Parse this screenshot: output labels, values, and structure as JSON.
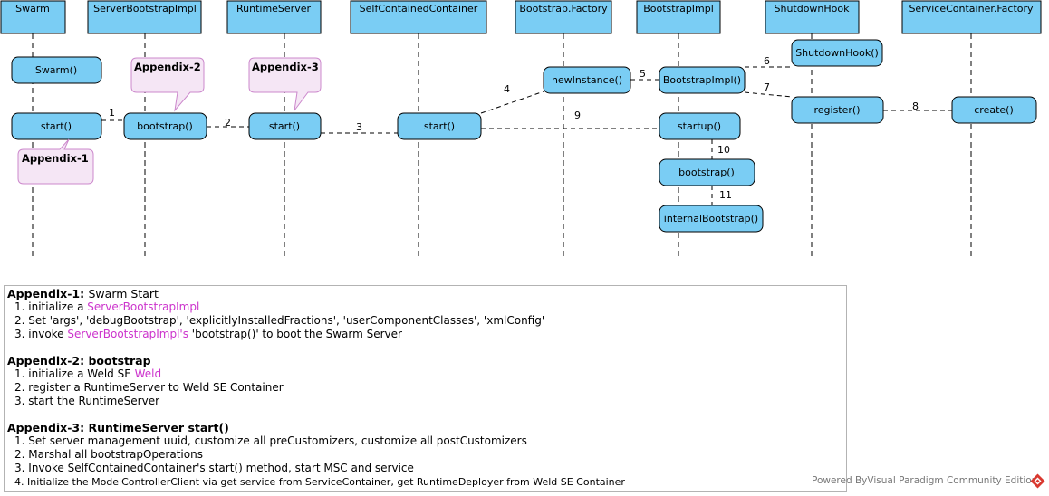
{
  "lifelines": [
    {
      "id": "swarm",
      "name": "Swarm"
    },
    {
      "id": "sbi",
      "name": "ServerBootstrapImpl"
    },
    {
      "id": "rs",
      "name": "RuntimeServer"
    },
    {
      "id": "scc",
      "name": "SelfContainedContainer"
    },
    {
      "id": "bf",
      "name": "Bootstrap.Factory"
    },
    {
      "id": "bi",
      "name": "BootstrapImpl"
    },
    {
      "id": "sh",
      "name": "ShutdownHook"
    },
    {
      "id": "scf",
      "name": "ServiceContainer.Factory"
    }
  ],
  "activations": [
    {
      "id": "swarm_ctor",
      "label": "Swarm()"
    },
    {
      "id": "swarm_start",
      "label": "start()"
    },
    {
      "id": "sbi_bootstrap",
      "label": "bootstrap()"
    },
    {
      "id": "rs_start",
      "label": "start()"
    },
    {
      "id": "scc_start",
      "label": "start()"
    },
    {
      "id": "bf_newinstance",
      "label": "newInstance()"
    },
    {
      "id": "bi_ctor",
      "label": "BootstrapImpl()"
    },
    {
      "id": "bi_startup",
      "label": "startup()"
    },
    {
      "id": "bi_bootstrap",
      "label": "bootstrap()"
    },
    {
      "id": "bi_internal",
      "label": "internalBootstrap()"
    },
    {
      "id": "sh_ctor",
      "label": "ShutdownHook()"
    },
    {
      "id": "sh_register",
      "label": "register()"
    },
    {
      "id": "scf_create",
      "label": "create()"
    }
  ],
  "messages": [
    {
      "number": "1"
    },
    {
      "number": "2"
    },
    {
      "number": "3"
    },
    {
      "number": "4"
    },
    {
      "number": "5"
    },
    {
      "number": "6"
    },
    {
      "number": "7"
    },
    {
      "number": "8"
    },
    {
      "number": "9"
    },
    {
      "number": "10"
    },
    {
      "number": "11"
    }
  ],
  "callouts": [
    {
      "id": "app1",
      "label": "Appendix-1"
    },
    {
      "id": "app2",
      "label": "Appendix-2"
    },
    {
      "id": "app3",
      "label": "Appendix-3"
    }
  ],
  "notes": {
    "appendix1": {
      "title": "Appendix-1:",
      "title_rest": "Swarm Start",
      "items": [
        {
          "number": "1.",
          "pre": "initialize a ",
          "highlight": "ServerBootstrapImpl",
          "post": ""
        },
        {
          "number": "2.",
          "pre": "Set 'args', 'debugBootstrap', 'explicitlyInstalledFractions', 'userComponentClasses', 'xmlConfig'",
          "highlight": "",
          "post": ""
        },
        {
          "number": "3.",
          "pre": "invoke ",
          "highlight": "ServerBootstrapImpl's",
          "post": " 'bootstrap()' to boot the Swarm Server"
        }
      ]
    },
    "appendix2": {
      "title": "Appendix-2: bootstrap",
      "items": [
        {
          "number": "1.",
          "pre": "initialize a Weld SE ",
          "highlight": "Weld",
          "post": ""
        },
        {
          "number": "2.",
          "pre": "register a RuntimeServer to Weld SE Container",
          "highlight": "",
          "post": ""
        },
        {
          "number": "3.",
          "pre": "start the RuntimeServer",
          "highlight": "",
          "post": ""
        }
      ]
    },
    "appendix3": {
      "title": "Appendix-3: RuntimeServer start()",
      "items": [
        {
          "number": "1.",
          "pre": "Set server management uuid, customize all preCustomizers, customize all postCustomizers",
          "highlight": "",
          "post": ""
        },
        {
          "number": "2.",
          "pre": "Marshal all bootstrapOperations",
          "highlight": "",
          "post": ""
        },
        {
          "number": "3.",
          "pre": "Invoke SelfContainedContainer's start() method, start MSC and service",
          "highlight": "",
          "post": ""
        },
        {
          "number": "4.",
          "pre": "Initialize the ModelControllerClient via get service from ServiceContainer, get RuntimeDeployer from Weld SE Container",
          "highlight": "",
          "post": ""
        }
      ]
    }
  },
  "footer": {
    "powered_by": "Powered ByVisual Paradigm Community Edition"
  },
  "colors": {
    "box_fill": "#7ACDF4",
    "note_fill": "#F5E6F5",
    "note_stroke": "#CC88CC",
    "highlight": "#CC33CC"
  }
}
